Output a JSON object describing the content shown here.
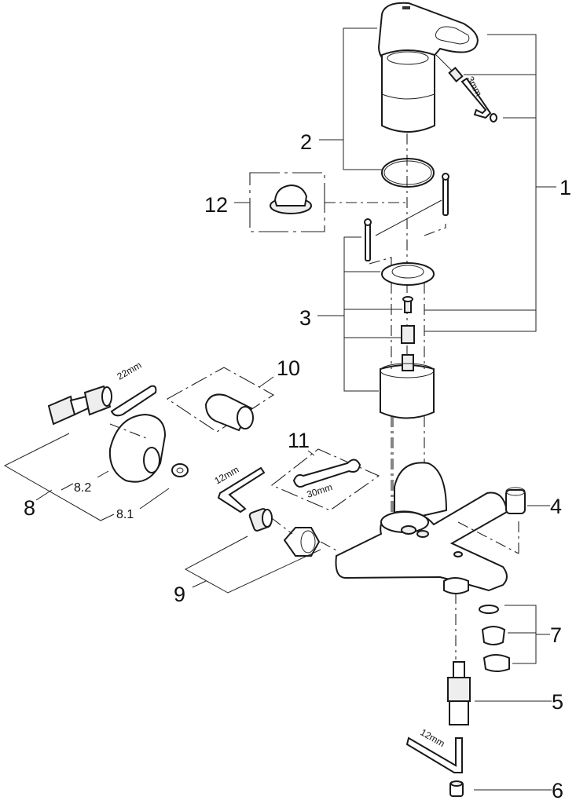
{
  "diagram": {
    "title": "Exploded parts view – single-lever bath mixer",
    "callouts": [
      {
        "id": "1",
        "label": "1",
        "part": "lever handle with set screw"
      },
      {
        "id": "2",
        "label": "2",
        "part": "cap cover with o-ring"
      },
      {
        "id": "3",
        "label": "3",
        "part": "cartridge set with screws"
      },
      {
        "id": "4",
        "label": "4",
        "part": "cap plug"
      },
      {
        "id": "5",
        "label": "5",
        "part": "diverter cartridge"
      },
      {
        "id": "6",
        "label": "6",
        "part": "diverter nut"
      },
      {
        "id": "7",
        "label": "7",
        "part": "aerator set"
      },
      {
        "id": "8",
        "label": "8",
        "part": "S-union with escutcheon"
      },
      {
        "id": "8.1",
        "label": "8.1",
        "part": "seal"
      },
      {
        "id": "8.2",
        "label": "8.2",
        "part": "escutcheon"
      },
      {
        "id": "9",
        "label": "9",
        "part": "connection nut set"
      },
      {
        "id": "10",
        "label": "10",
        "part": "extension"
      },
      {
        "id": "11",
        "label": "11",
        "part": "wrench"
      },
      {
        "id": "12",
        "label": "12",
        "part": "temperature limiter"
      }
    ],
    "tool_labels": {
      "hex_key_small": "3mm",
      "spanner_union": "22mm",
      "hex_key_union": "12mm",
      "spanner_nut": "30mm",
      "hex_key_diverter": "12mm"
    }
  }
}
